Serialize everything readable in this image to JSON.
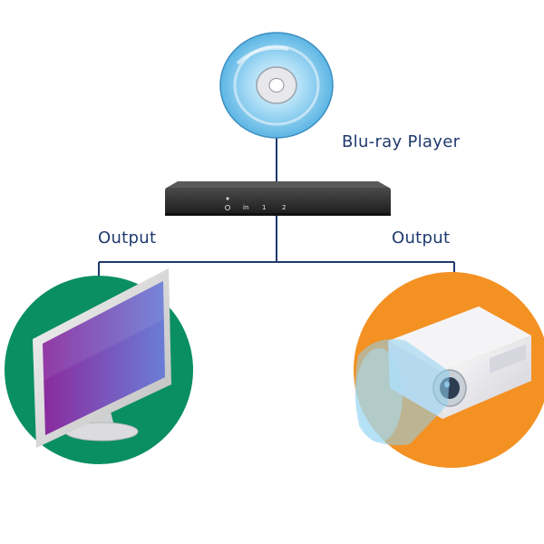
{
  "labels": {
    "player": "Blu-ray Player",
    "output_left": "Output",
    "output_right": "Output"
  },
  "splitter_ports": {
    "in": "in",
    "out1": "1",
    "out2": "2"
  },
  "icons": {
    "source": "bluray-disc-icon",
    "hub": "hdmi-splitter-icon",
    "output_left": "monitor-icon",
    "output_right": "projector-icon"
  },
  "colors": {
    "line": "#1f3a6e",
    "text": "#1f3a6e",
    "left_circle": "#0a8f63",
    "right_circle": "#f39123",
    "monitor_screen_start": "#8a2a9e",
    "monitor_screen_end": "#6a7dd6",
    "disc": "#7fc8ee"
  }
}
